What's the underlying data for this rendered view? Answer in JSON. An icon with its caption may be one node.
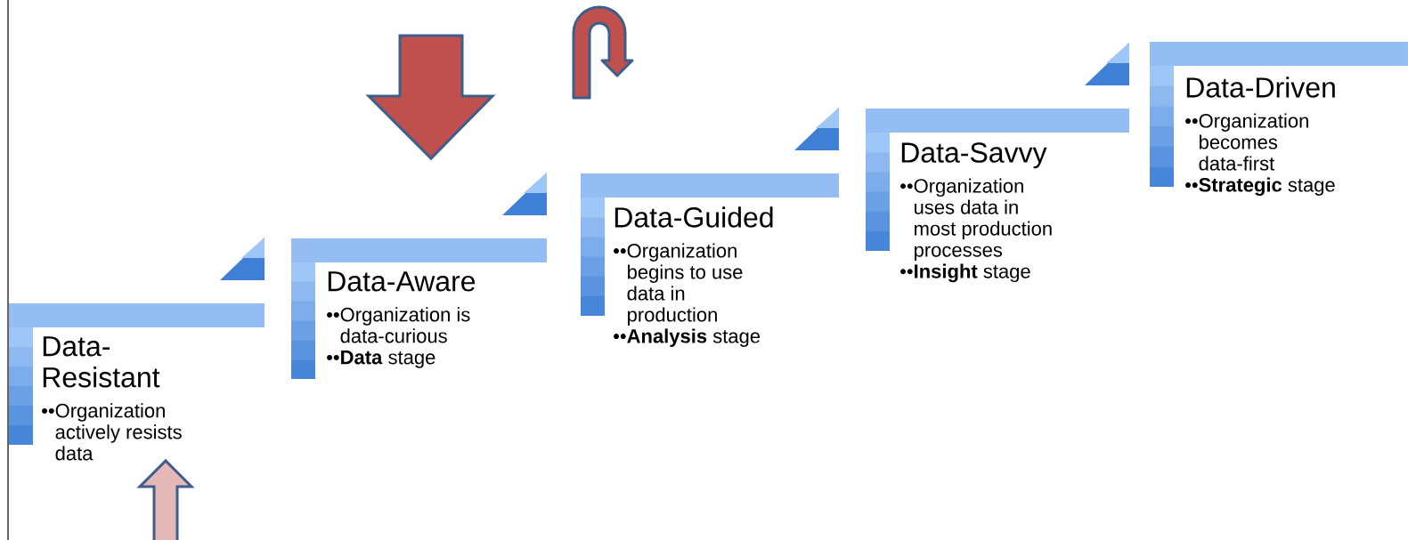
{
  "diagram": {
    "nodes": [
      {
        "text": [
          "Data-Resistant",
          "••Organization actively resists data"
        ]
      },
      {
        "text": [
          "Data-Aware",
          "••Organization is data-curious",
          "••**Data** stage"
        ]
      },
      {
        "text": [
          "Data-Guided",
          "••Organization begins to use data in production",
          "••**Analysis** stage"
        ]
      },
      {
        "text": [
          "Data-Savvy",
          "••Organization uses data in most production processes",
          "••**Insight** stage"
        ]
      },
      {
        "text": [
          "Data-Driven",
          "••Organization becomes data-first",
          "••**Strategic** stage"
        ]
      }
    ]
  }
}
